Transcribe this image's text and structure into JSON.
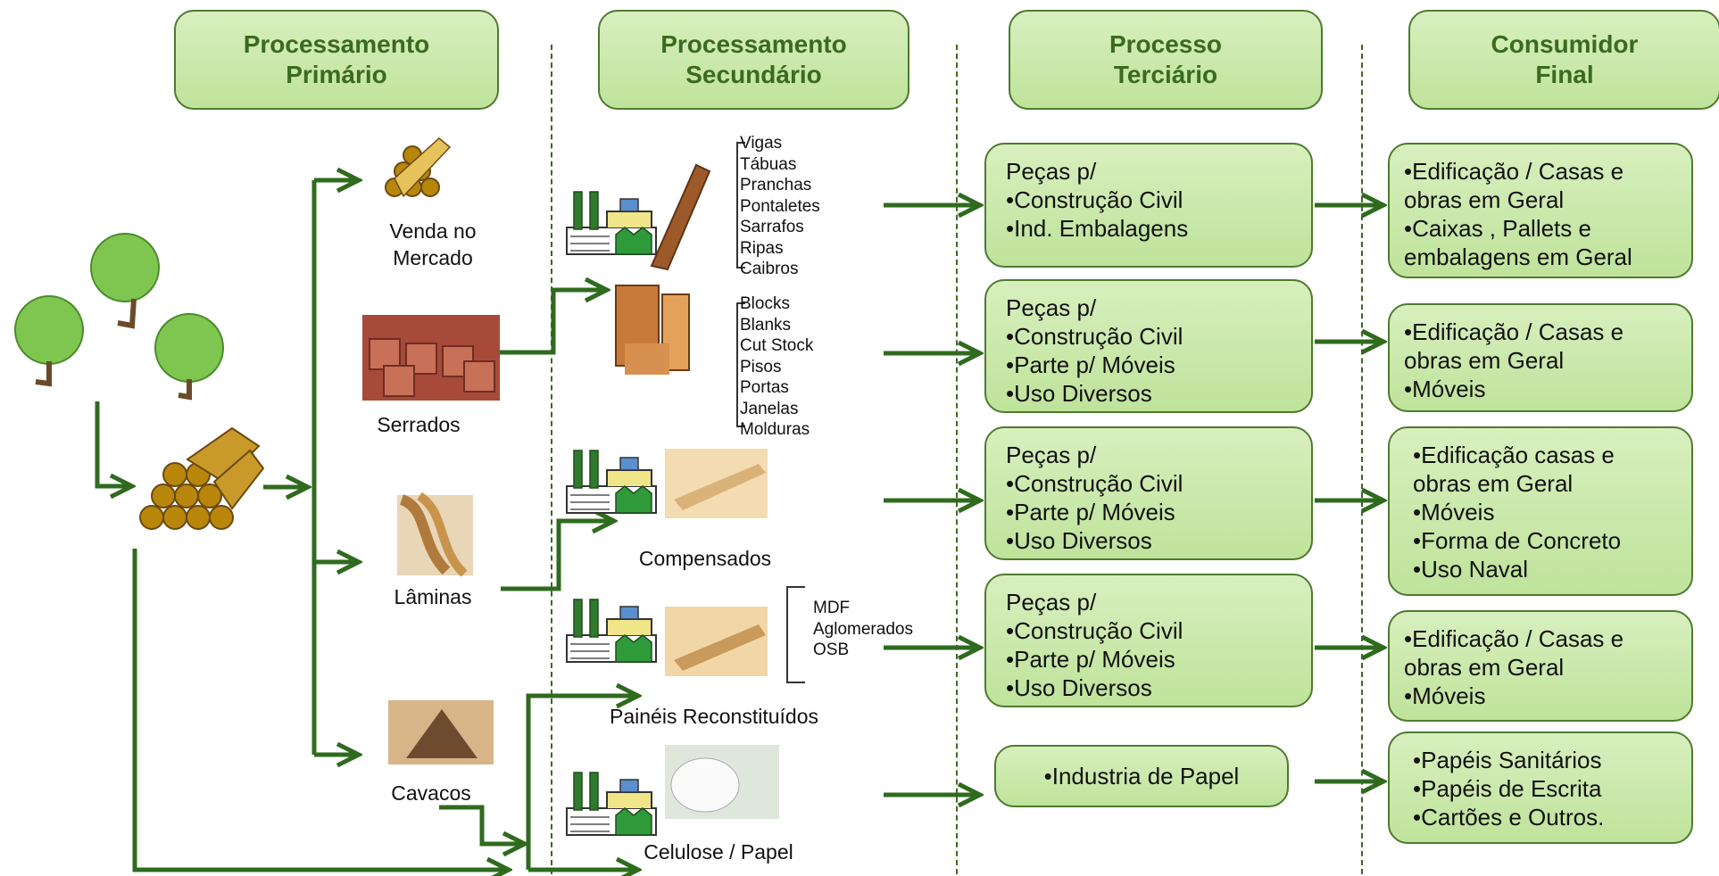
{
  "headers": [
    "Processamento\nPrimário",
    "Processamento\nSecundário",
    "Processo\nTerciário",
    "Consumidor\nFinal"
  ],
  "primary_labels": {
    "venda": "Venda no\nMercado",
    "serrados": "Serrados",
    "laminas": "Lâminas",
    "cavacos": "Cavacos"
  },
  "secondary_labels": {
    "compensados": "Compensados",
    "paineis": "Painéis  Reconstituídos",
    "celulose": "Celulose / Papel"
  },
  "product_lists": {
    "sawn": [
      "Vigas",
      "Tábuas",
      "Pranchas",
      "Pontaletes",
      "Sarrafos",
      "Ripas",
      "Caibros"
    ],
    "remanufactured": [
      "Blocks",
      "Blanks",
      "Cut Stock",
      "Pisos",
      "Portas",
      "Janelas",
      "Molduras"
    ],
    "panels": [
      "MDF",
      "Aglomerados",
      "OSB"
    ]
  },
  "tertiary": [
    [
      "Peças p/",
      "•Construção Civil",
      "•Ind. Embalagens"
    ],
    [
      "Peças p/",
      "•Construção Civil",
      "•Parte p/ Móveis",
      "•Uso Diversos"
    ],
    [
      "Peças p/",
      "•Construção Civil",
      "•Parte p/ Móveis",
      "•Uso Diversos"
    ],
    [
      "Peças p/",
      "•Construção Civil",
      "•Parte p/ Móveis",
      "•Uso Diversos"
    ],
    [
      "•Industria de Papel"
    ]
  ],
  "final": [
    [
      "•Edificação / Casas e",
      "obras  em Geral",
      "•Caixas , Pallets e",
      "embalagens em Geral"
    ],
    [
      "•Edificação / Casas e",
      "obras  em Geral",
      "•Móveis"
    ],
    [
      "•Edificação casas e",
      "obras  em Geral",
      "•Móveis",
      "•Forma de Concreto",
      "•Uso Naval"
    ],
    [
      "•Edificação / Casas e",
      "obras  em Geral",
      "•Móveis"
    ],
    [
      "•Papéis Sanitários",
      "•Papéis de Escrita",
      "•Cartões e Outros."
    ]
  ],
  "colors": {
    "arrow": "#2f6b1e",
    "box_fill": "#c9e8a8",
    "box_border": "#4e7a2f",
    "header_text": "#3a6b1f"
  }
}
